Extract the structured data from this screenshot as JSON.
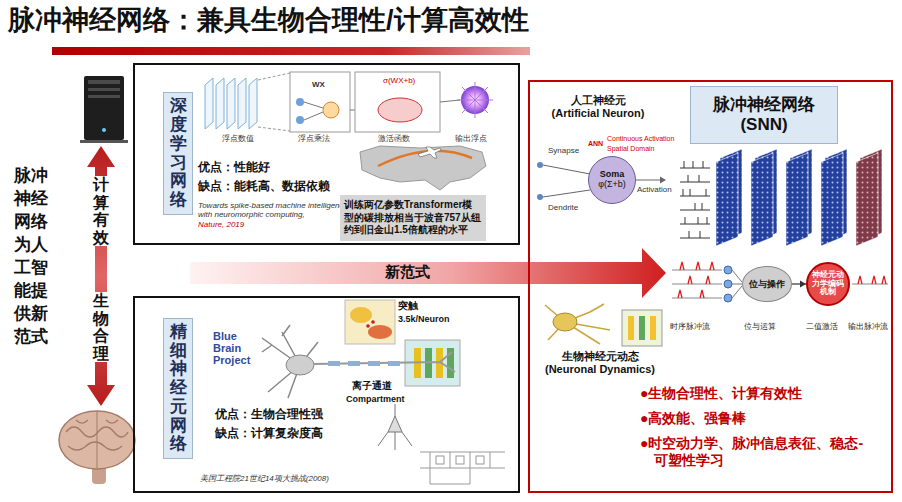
{
  "diagram": {
    "title": "脉冲神经网络：兼具生物合理性/计算高效性",
    "nodes": [
      {
        "text": [
          "优点：性能好",
          "缺点：能耗高、数据依赖",
          "Towards spike-based machine intelligence with neuromorphic computing,",
          "Nature, 2019"
        ]
      },
      {
        "text": [
          "深度学习网络"
        ],
        "in": 0
      },
      {
        "text": [
          "训练两亿参数Transformer模型的碳排放相当于波音757从纽约到旧金山1.5倍航程的水平"
        ],
        "in": 0
      },
      {
        "text": [
          "优点：生物合理性强",
          "缺点：计算复杂度高",
          "美国工程院21世纪14项大挑战(2008)"
        ]
      },
      {
        "text": [
          "精细神经元网络"
        ],
        "in": 3
      },
      {
        "text": [
          "●生物合理性、计算有效性",
          "●高效能、强鲁棒",
          "●时空动力学、脉冲信息表征、稳态-可塑性学习"
        ]
      },
      {
        "text": [
          "脉冲神经网络 (SNN)"
        ],
        "in": 5
      },
      {
        "text": [
          "Soma",
          "φ(Σ+b)"
        ],
        "in": 5
      },
      {
        "text": [
          "位与操作"
        ],
        "in": 5
      },
      {
        "text": [
          "神经元动力学编码机制"
        ],
        "in": 5
      }
    ],
    "edges": [
      {
        "from": 8,
        "to": 9,
        "arrow": "to"
      }
    ],
    "labels": [
      "脉冲神经网络为人工智能提供新范式",
      "计算有效",
      "生物合理",
      "浮点数值",
      "浮点乘法",
      "激活函数",
      "输出浮点",
      "WX",
      "σ(WX+b)",
      "新范式",
      "Blue Brain Project",
      "突触",
      "3.5k/Neuron",
      "离子通道",
      "Compartment",
      "人工神经元 (Artificial Neuron)",
      "Synapse",
      "Dendrite",
      "ANN",
      "Continuous Activation",
      "Spatial Domain",
      "Activation",
      "生物神经元动态 (Neuronal Dynamics)",
      "时序脉冲流",
      "位与运算",
      "二值激活",
      "输出脉冲流"
    ]
  }
}
